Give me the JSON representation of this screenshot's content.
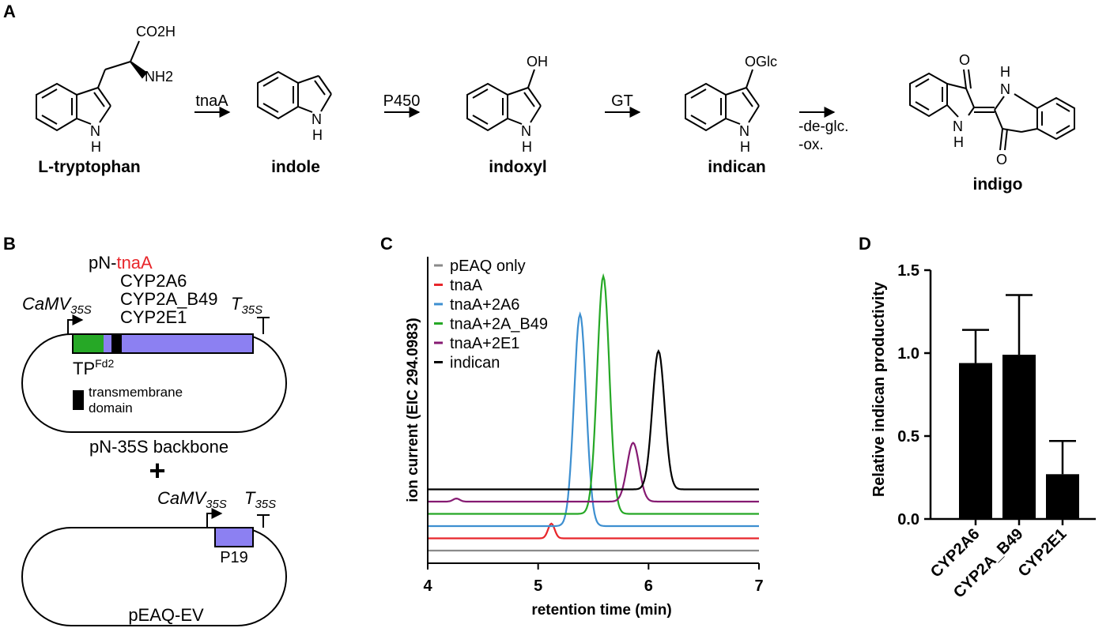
{
  "panel_letters": {
    "a": "A",
    "b": "B",
    "c": "C",
    "d": "D"
  },
  "panel_a": {
    "tryptophan": {
      "name": "L-tryptophan",
      "acid": "CO2H",
      "amine": "NH2",
      "nh": "N",
      "h": "H"
    },
    "indole": {
      "name": "indole",
      "nh": "N",
      "h": "H"
    },
    "indoxyl": {
      "name": "indoxyl",
      "oh": "OH",
      "nh": "N",
      "h": "H"
    },
    "indican": {
      "name": "indican",
      "oglc": "OGlc",
      "nh": "N",
      "h": "H"
    },
    "indigo": {
      "name": "indigo",
      "o_top": "O",
      "o_bottom": "O",
      "n_top": "N",
      "h_top": "H",
      "n_bottom": "N",
      "h_bottom": "H"
    },
    "arrows": {
      "tnaA": "tnaA",
      "p450": "P450",
      "gt": "GT",
      "deglc": "-de-glc.",
      "ox": "-ox."
    }
  },
  "panel_b": {
    "prefix": "pN-",
    "genes": [
      {
        "label": "tnaA",
        "color": "#e8262b"
      },
      {
        "label": "CYP2A6",
        "color": "#3d8fd0"
      },
      {
        "label": "CYP2A_B49",
        "color": "#26a826"
      },
      {
        "label": "CYP2E1",
        "color": "#861a72"
      }
    ],
    "promoter_main": "CaMV",
    "promoter_sub": "35S",
    "terminator_main": "T",
    "terminator_sub": "35S",
    "tp_label": "TP",
    "tp_sup": "Fd2",
    "tp_color": "#26a826",
    "gene_block_color": "#8c80f2",
    "legend_line1": "transmembrane",
    "legend_line2": "domain",
    "backbone_label": "pN-35S backbone",
    "plus": "+",
    "p19_label": "P19",
    "vector2_label": "pEAQ-EV"
  },
  "chart_data": {
    "type": "line",
    "ylabel": "ion current (EIC 294.0983)",
    "xlabel": "retention time (min)",
    "xlim": [
      4,
      7
    ],
    "xticks": [
      4,
      5,
      6,
      7
    ],
    "note": "traces vertically offset (stacked), y-axis unscaled",
    "series": [
      {
        "name": "pEAQ only",
        "color": "#8a8a8a",
        "offset": 0,
        "peaks": []
      },
      {
        "name": "tnaA",
        "color": "#e8262b",
        "offset": 1,
        "peaks": [
          {
            "rt": 5.12,
            "height": 1.2
          }
        ]
      },
      {
        "name": "tnaA+2A6",
        "color": "#3d8fd0",
        "offset": 2,
        "peaks": [
          {
            "rt": 5.38,
            "height": 17.3
          }
        ]
      },
      {
        "name": "tnaA+2A_B49",
        "color": "#26a826",
        "offset": 3,
        "peaks": [
          {
            "rt": 5.59,
            "height": 19.4
          }
        ]
      },
      {
        "name": "tnaA+2E1",
        "color": "#861a72",
        "offset": 4,
        "peaks": [
          {
            "rt": 4.26,
            "height": 0.25
          },
          {
            "rt": 5.86,
            "height": 4.8
          }
        ]
      },
      {
        "name": "indican",
        "color": "#000000",
        "offset": 5,
        "peaks": [
          {
            "rt": 6.09,
            "height": 11.3
          }
        ]
      }
    ]
  },
  "bar_chart": {
    "type": "bar",
    "ylabel": "Relative indican productivity",
    "categories": [
      "CYP2A6",
      "CYP2A_B49",
      "CYP2E1"
    ],
    "values": [
      0.94,
      0.99,
      0.27
    ],
    "errors": [
      0.2,
      0.36,
      0.2
    ],
    "ylim": [
      0,
      1.5
    ],
    "yticks": [
      "0.0",
      "0.5",
      "1.0",
      "1.5"
    ]
  }
}
